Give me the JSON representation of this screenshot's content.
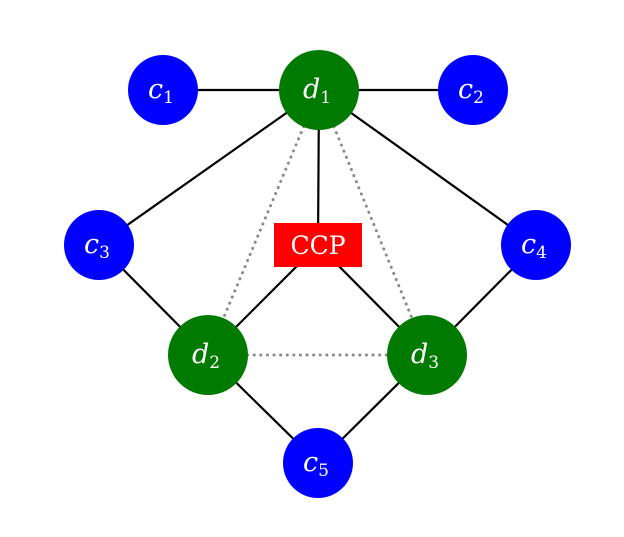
{
  "colors": {
    "controller_fill": "#0000ff",
    "domain_fill": "#007a00",
    "ccp_fill": "#ff0000",
    "edge": "#000000",
    "dotted_edge": "#8a8a8a",
    "label": "#ffffff"
  },
  "nodes": {
    "c1": {
      "kind": "controller",
      "base": "c",
      "sub": "1"
    },
    "c2": {
      "kind": "controller",
      "base": "c",
      "sub": "2"
    },
    "c3": {
      "kind": "controller",
      "base": "c",
      "sub": "3"
    },
    "c4": {
      "kind": "controller",
      "base": "c",
      "sub": "4"
    },
    "c5": {
      "kind": "controller",
      "base": "c",
      "sub": "5"
    },
    "d1": {
      "kind": "domain",
      "base": "d",
      "sub": "1"
    },
    "d2": {
      "kind": "domain",
      "base": "d",
      "sub": "2"
    },
    "d3": {
      "kind": "domain",
      "base": "d",
      "sub": "3"
    }
  },
  "ccp": {
    "label": "CCP"
  },
  "edges": [
    {
      "from": "c1",
      "to": "d1",
      "style": "solid"
    },
    {
      "from": "d1",
      "to": "c2",
      "style": "solid"
    },
    {
      "from": "d1",
      "to": "c3",
      "style": "solid"
    },
    {
      "from": "d1",
      "to": "c4",
      "style": "solid"
    },
    {
      "from": "d1",
      "to": "ccp",
      "style": "solid"
    },
    {
      "from": "c3",
      "to": "d2",
      "style": "solid"
    },
    {
      "from": "c4",
      "to": "d3",
      "style": "solid"
    },
    {
      "from": "ccp",
      "to": "d2",
      "style": "solid"
    },
    {
      "from": "ccp",
      "to": "d3",
      "style": "solid"
    },
    {
      "from": "d2",
      "to": "c5",
      "style": "solid"
    },
    {
      "from": "d3",
      "to": "c5",
      "style": "solid"
    },
    {
      "from": "d1",
      "to": "d2",
      "style": "dotted"
    },
    {
      "from": "d1",
      "to": "d3",
      "style": "dotted"
    },
    {
      "from": "d2",
      "to": "d3",
      "style": "dotted"
    }
  ]
}
